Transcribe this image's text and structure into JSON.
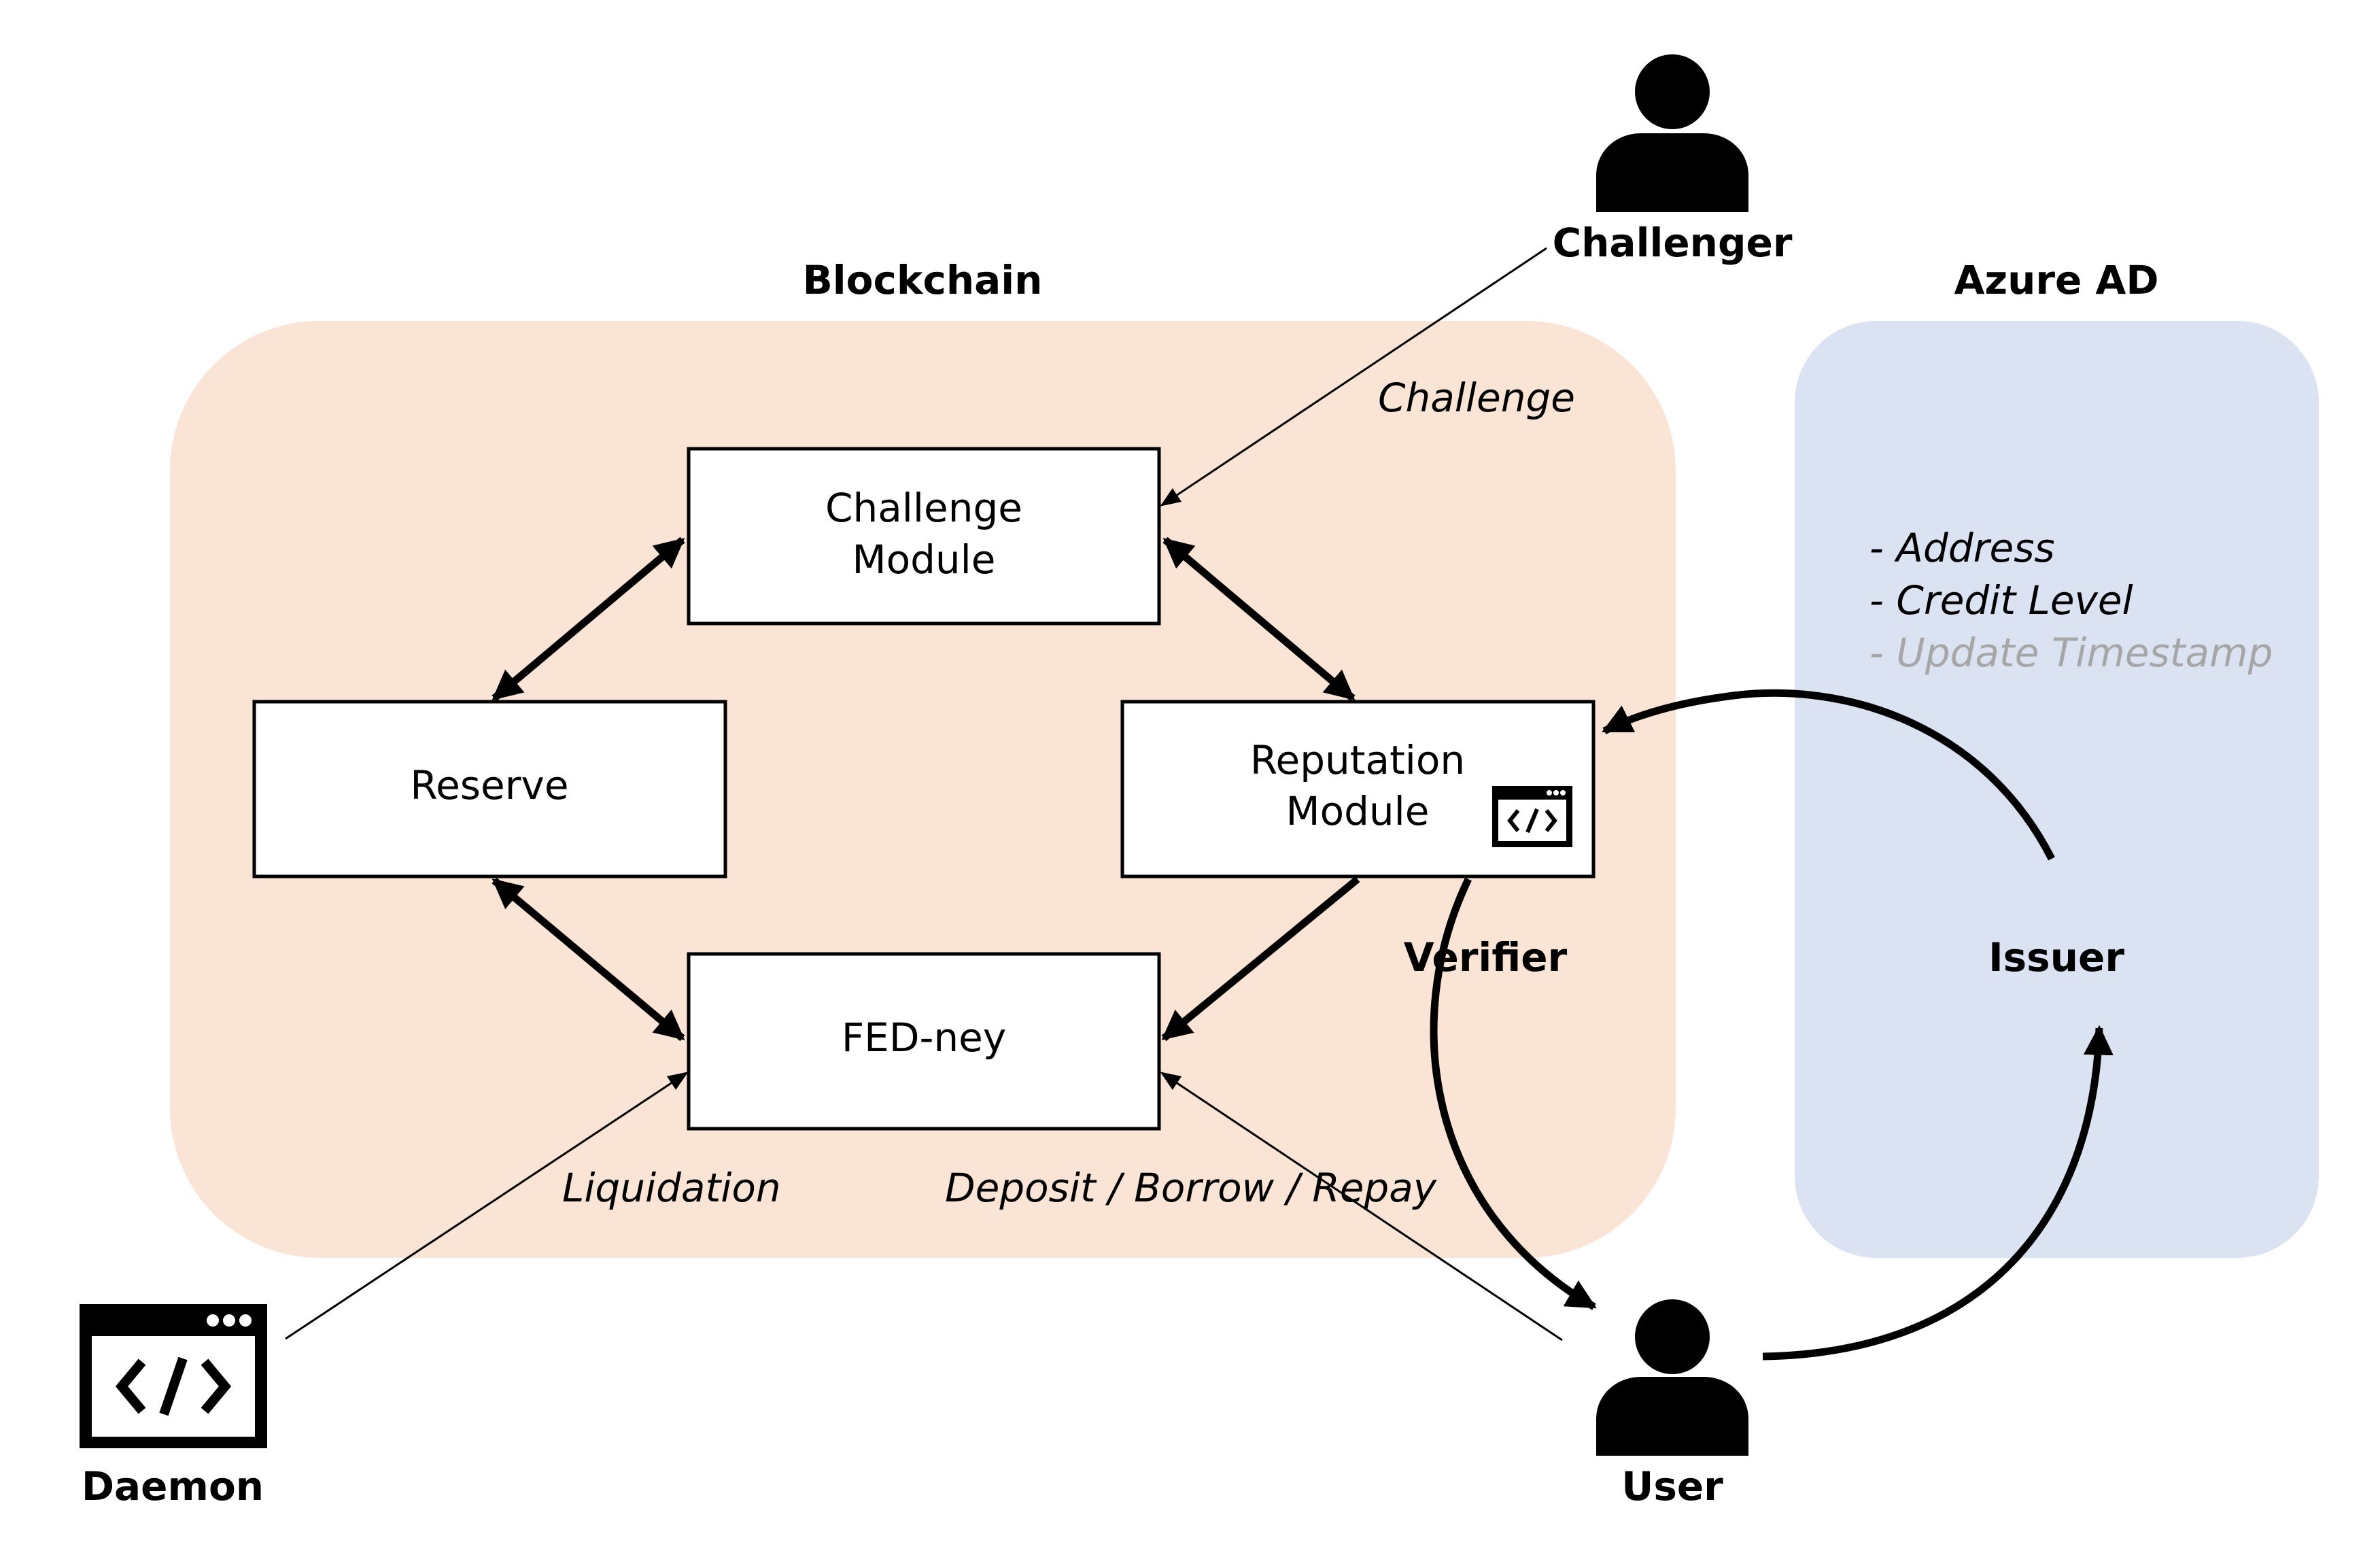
{
  "colors": {
    "blockchain_region": "#fae4d6",
    "azure_region": "#dbe3f2",
    "box_fill": "#ffffff",
    "stroke": "#000000",
    "faded_text": "#a6a6a6"
  },
  "regions": {
    "blockchain": {
      "title": "Blockchain"
    },
    "azure": {
      "title": "Azure AD"
    }
  },
  "modules": {
    "challenge": {
      "line1": "Challenge",
      "line2": "Module"
    },
    "reserve": {
      "label": "Reserve"
    },
    "reputation": {
      "line1": "Reputation",
      "line2": "Module",
      "icon": "code-window-icon"
    },
    "fedney": {
      "label": "FED-ney"
    }
  },
  "actors": {
    "challenger": {
      "label": "Challenger",
      "icon": "person-icon"
    },
    "user": {
      "label": "User",
      "icon": "person-icon"
    },
    "daemon": {
      "label": "Daemon",
      "icon": "code-window-icon"
    }
  },
  "roles": {
    "verifier": "Verifier",
    "issuer": "Issuer"
  },
  "edge_labels": {
    "challenge": "Challenge",
    "liquidation": "Liquidation",
    "deposit": "Deposit / Borrow / Repay"
  },
  "credential_attributes": [
    {
      "text": "- Address",
      "faded": false
    },
    {
      "text": "- Credit Level",
      "faded": false
    },
    {
      "text": "- Update Timestamp",
      "faded": true
    }
  ]
}
